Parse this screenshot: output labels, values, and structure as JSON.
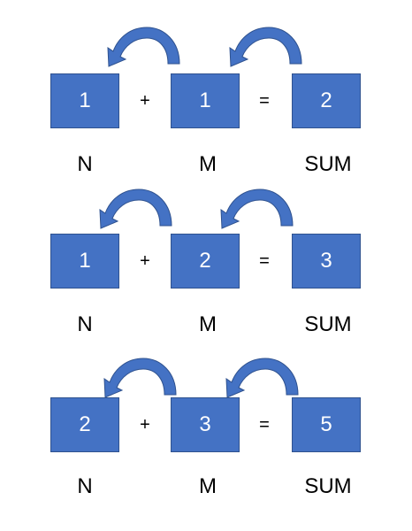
{
  "colors": {
    "box_fill": "#4472c4",
    "box_border": "#2f528f",
    "arrow_fill": "#4472c4"
  },
  "icons": {
    "arrow": "curved-arrow-left-icon"
  },
  "rows": [
    {
      "n": "1",
      "plus": "+",
      "m": "1",
      "equals": "=",
      "sum": "2",
      "label_n": "N",
      "label_m": "M",
      "label_sum": "SUM"
    },
    {
      "n": "1",
      "plus": "+",
      "m": "2",
      "equals": "=",
      "sum": "3",
      "label_n": "N",
      "label_m": "M",
      "label_sum": "SUM"
    },
    {
      "n": "2",
      "plus": "+",
      "m": "3",
      "equals": "=",
      "sum": "5",
      "label_n": "N",
      "label_m": "M",
      "label_sum": "SUM"
    }
  ]
}
